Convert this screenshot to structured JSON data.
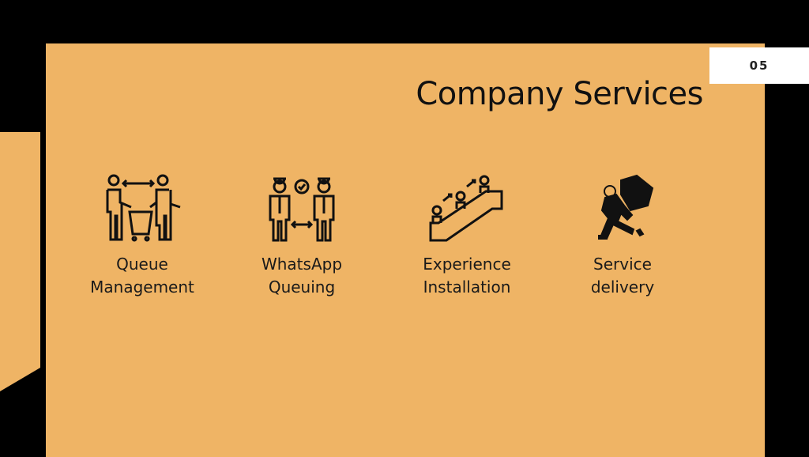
{
  "slide": {
    "number": "05",
    "title": "Company Services",
    "background_color": "#EFB465"
  },
  "services": [
    {
      "icon": "queue-people-cart-icon",
      "line1": "Queue",
      "line2": "Management"
    },
    {
      "icon": "whatsapp-queue-people-icon",
      "line1": "WhatsApp",
      "line2": "Queuing"
    },
    {
      "icon": "escalator-icon",
      "line1": "Experience",
      "line2": "Installation"
    },
    {
      "icon": "delivery-person-icon",
      "line1": "Service",
      "line2": "delivery"
    }
  ]
}
